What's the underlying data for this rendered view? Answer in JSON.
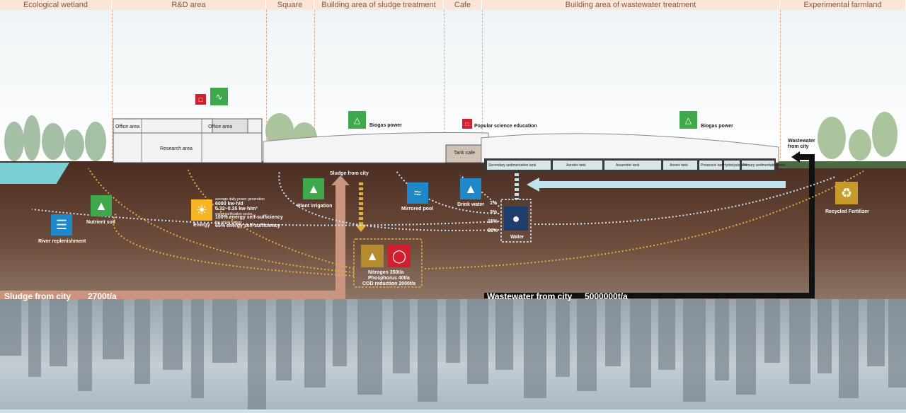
{
  "zones": [
    {
      "label": "Ecological wetland"
    },
    {
      "label": "R&D area"
    },
    {
      "label": "Square"
    },
    {
      "label": "Building area of sludge treatment"
    },
    {
      "label": "Cafe"
    },
    {
      "label": "Building area of wastewater treatment"
    },
    {
      "label": "Experimental farmland"
    }
  ],
  "buildings": {
    "office_area_1": "Office area",
    "office_area_2": "Office area",
    "research_area": "Research area",
    "tank_cafe": "Tank cafe",
    "tanks": [
      "Secondary sedimentation tank",
      "Aerobic tank",
      "Anaerobic tank",
      "Anoxic tank",
      "Preanoxic tank",
      "Hydrolysis tank",
      "Primary sedimentation tank"
    ]
  },
  "labels": {
    "biogas_power_1": "Biogas power",
    "biogas_power_2": "Biogas power",
    "popular_science": "Popular science education",
    "wastewater_from_city_top": "Wastewater from city",
    "sludge_from_city_top": "Sludge from city",
    "plant_irrigation": "Plant irrigation",
    "mirrored_pool": "Mirrored pool",
    "drink_water": "Drink water",
    "water": "Water",
    "nutrient_soil": "Nutrient soil",
    "river_replenishment": "River replenishment",
    "energy": "Energy",
    "recycled_fertilizer": "Recycled Fertilizer"
  },
  "energy": {
    "line1": "average daily power generation",
    "line2": "6000 kw·h/d",
    "line3": "0.32~0.35 kw·h/m³",
    "line4": "water purification sector",
    "line5": "100% energy self-sufficiency",
    "line6": "the whole factory",
    "line7": "65% energy self-sufficiency"
  },
  "water_percents": [
    "1%",
    "3%",
    "15%",
    "80%"
  ],
  "nutrients": {
    "line1": "Nitrogen 350t/a",
    "line2": "Phosphorus 40t/a",
    "line3": "COD reduction 2000t/a"
  },
  "flows": {
    "sludge_label": "Sludge from city",
    "sludge_value": "2700t/a",
    "wastewater_label": "Wastewater from city",
    "wastewater_value": "5000000t/a"
  },
  "colors": {
    "zone_bar": "#fbe5d8",
    "ground": "#4a2d22",
    "sludge_pipe": "#c9957e",
    "wastewater_pipe": "#111111",
    "water_flow": "#bfe3ef",
    "nutrient_flow": "#e0b040",
    "water_dotted": "#cfe6ff"
  },
  "icons": {
    "biogas": "leaf-wave-icon",
    "book": "book-icon",
    "tree": "tree-icon",
    "fish": "fish-icon",
    "sun": "sun-icon",
    "waves": "waves-icon",
    "faucet": "faucet-icon",
    "drop": "water-drop-icon",
    "mountain": "mountain-icon",
    "flask": "flask-icon",
    "recycle": "recycle-icon"
  }
}
